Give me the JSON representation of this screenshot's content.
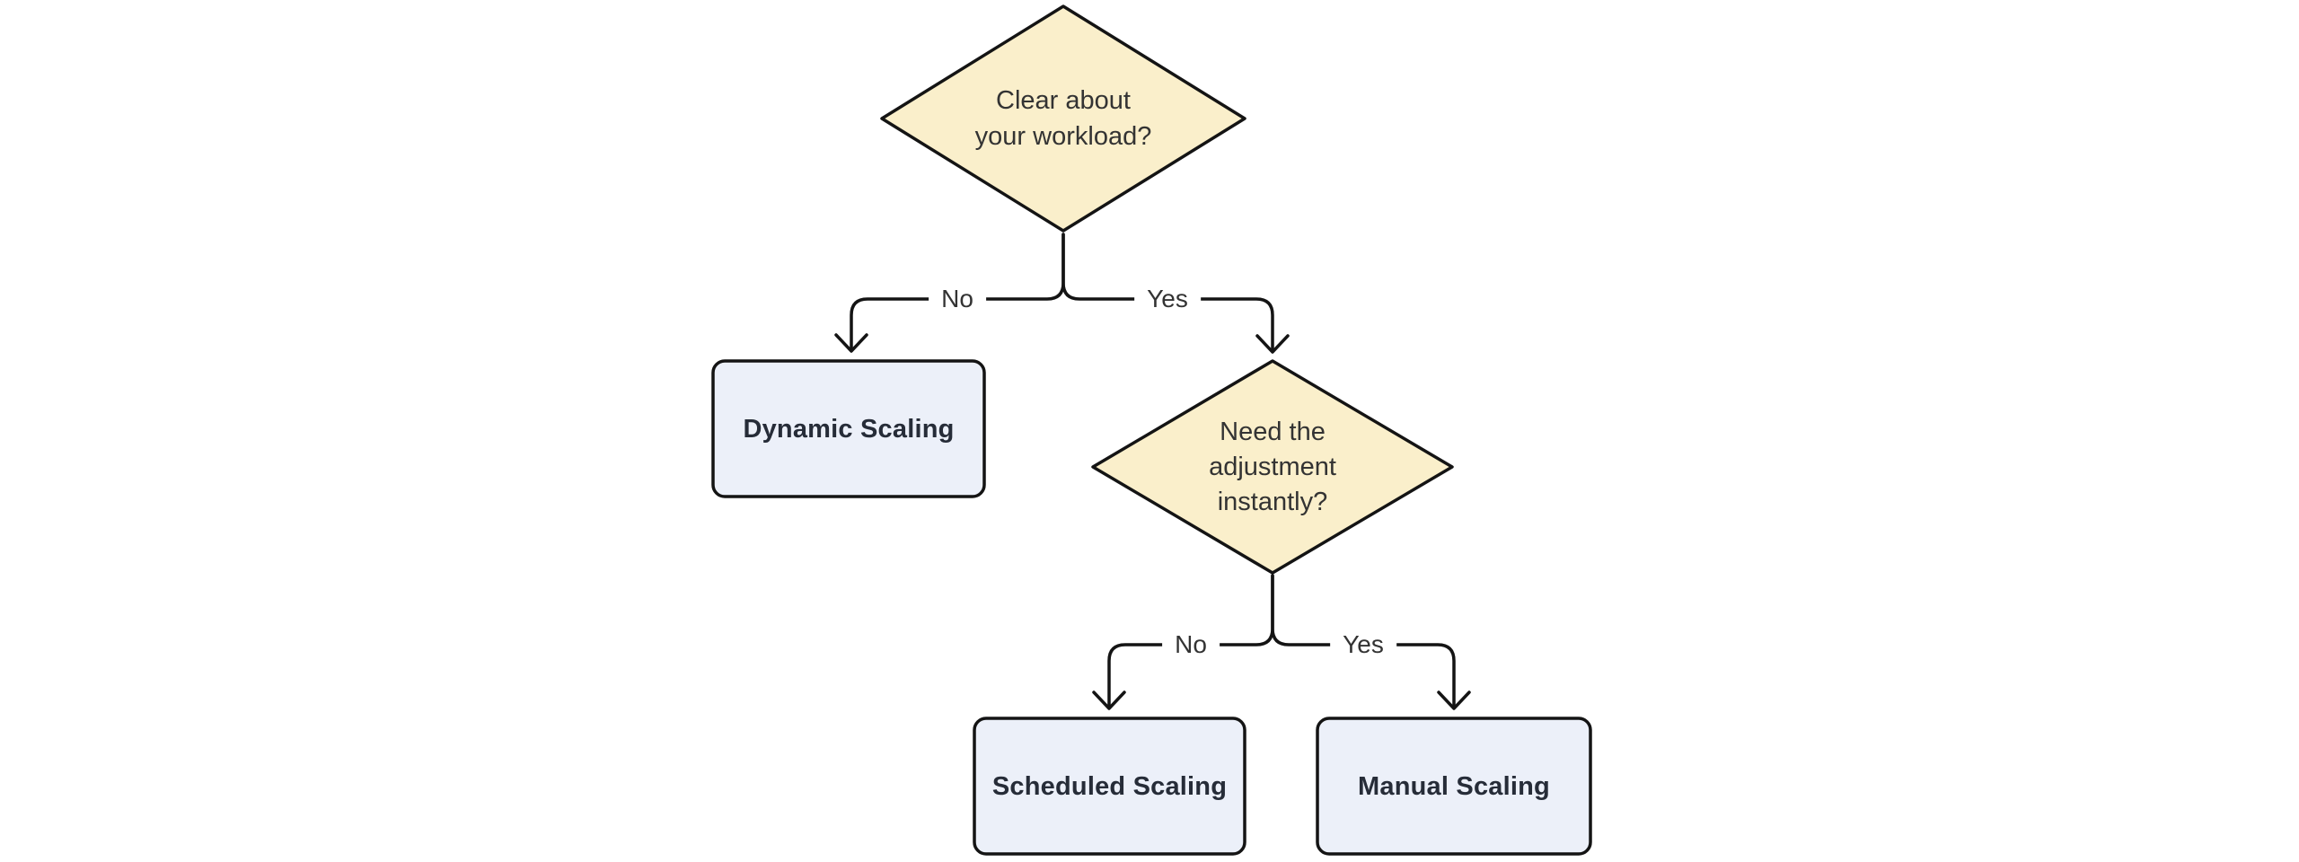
{
  "diagram": {
    "background_color": "#ffffff",
    "stroke_color": "#141414",
    "decision_fill": "#faefcb",
    "process_fill": "#ecf0f9",
    "nodes": {
      "workload": {
        "type": "decision",
        "label": "Clear about\nyour workload?",
        "fill": "#faefcb"
      },
      "instant": {
        "type": "decision",
        "label": "Need the\nadjustment\ninstantly?",
        "fill": "#faefcb"
      },
      "dynamic": {
        "type": "process",
        "label": "Dynamic Scaling",
        "fill": "#ecf0f9"
      },
      "scheduled": {
        "type": "process",
        "label": "Scheduled Scaling",
        "fill": "#ecf0f9"
      },
      "manual": {
        "type": "process",
        "label": "Manual Scaling",
        "fill": "#ecf0f9"
      }
    },
    "edges": [
      {
        "from": "workload",
        "to": "dynamic",
        "label": "No"
      },
      {
        "from": "workload",
        "to": "instant",
        "label": "Yes"
      },
      {
        "from": "instant",
        "to": "scheduled",
        "label": "No"
      },
      {
        "from": "instant",
        "to": "manual",
        "label": "Yes"
      }
    ]
  }
}
